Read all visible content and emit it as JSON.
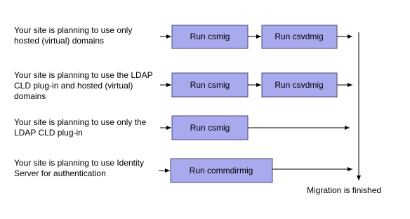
{
  "scenarios": [
    {
      "text": "Your site is planning to use only hosted (virtual) domains",
      "steps": [
        "Run csmig",
        "Run csvdmig"
      ]
    },
    {
      "text": "Your site is planning to use the LDAP CLD plug-in and hosted (virtual) domains",
      "steps": [
        "Run csmig",
        "Run csvdmig"
      ]
    },
    {
      "text": "Your site is planning to use only the LDAP CLD plug-in",
      "steps": [
        "Run csmig"
      ]
    },
    {
      "text": "Your site is planning to use Identity Server for authentication",
      "steps": [
        "Run commdirmig"
      ]
    }
  ],
  "final_label": "Migration is finished",
  "colors": {
    "box_fill": "#a9a9ee",
    "box_stroke": "#4a4a7a",
    "arrow": "#000000"
  }
}
